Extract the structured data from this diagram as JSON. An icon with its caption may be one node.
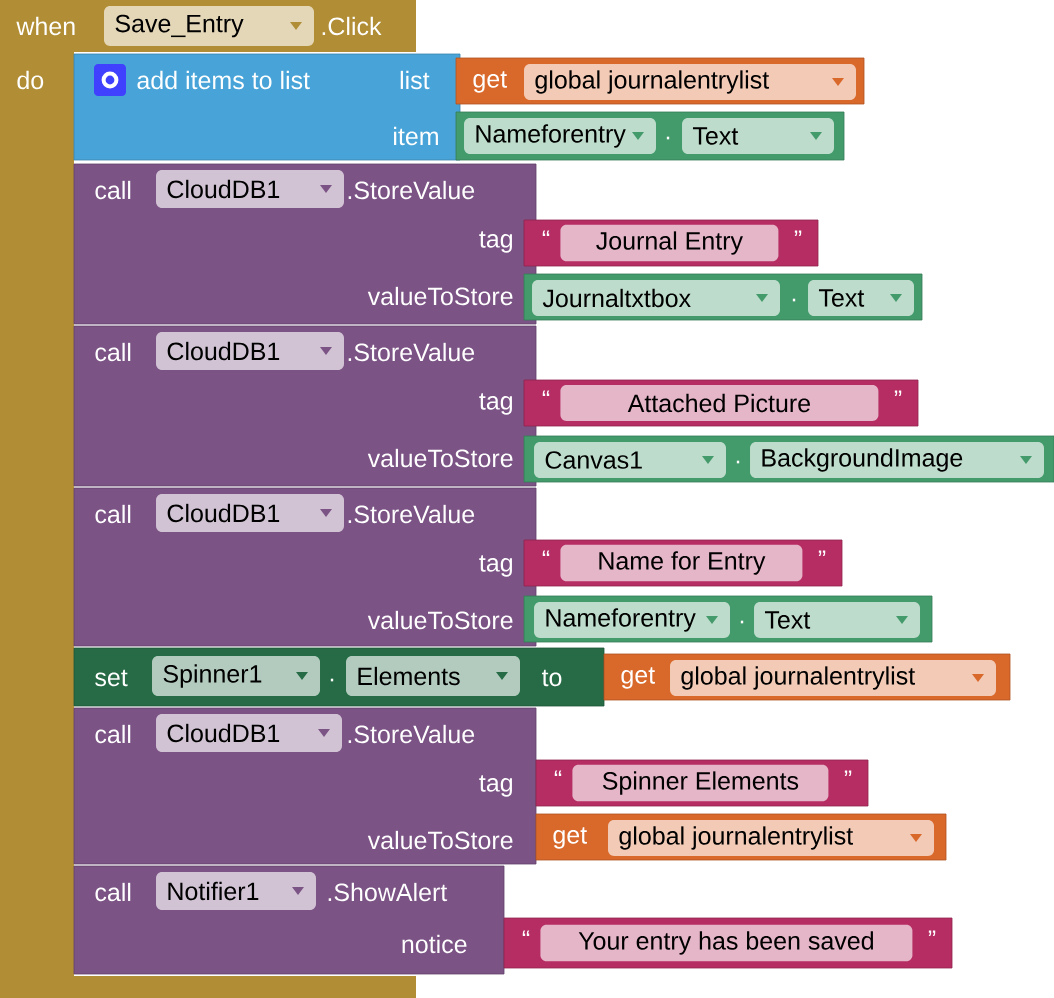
{
  "diagram": {
    "nodes": [
      {
        "text": [
          "when",
          ".Click",
          "do"
        ]
      },
      {
        "text": [
          "Save_Entry"
        ],
        "in": 0
      },
      {
        "text": [
          "add items to list",
          "list",
          "item"
        ]
      },
      {
        "text": [
          "get"
        ]
      },
      {
        "text": [
          "global journalentrylist"
        ],
        "in": 3
      },
      {
        "text": [
          "."
        ]
      },
      {
        "text": [
          "Nameforentry"
        ],
        "in": 5
      },
      {
        "text": [
          "Text"
        ],
        "in": 5
      },
      {
        "text": [
          "call",
          ".StoreValue",
          "tag",
          "valueToStore"
        ]
      },
      {
        "text": [
          "CloudDB1"
        ],
        "in": 8
      },
      {
        "text": [
          "“",
          "Journal Entry",
          "”"
        ]
      },
      {
        "text": [
          "."
        ]
      },
      {
        "text": [
          "Journaltxtbox"
        ],
        "in": 11
      },
      {
        "text": [
          "Text"
        ],
        "in": 11
      },
      {
        "text": [
          "call",
          ".StoreValue",
          "tag",
          "valueToStore"
        ]
      },
      {
        "text": [
          "CloudDB1"
        ],
        "in": 14
      },
      {
        "text": [
          "“",
          "Attached Picture",
          "”"
        ]
      },
      {
        "text": [
          "."
        ]
      },
      {
        "text": [
          "Canvas1"
        ],
        "in": 17
      },
      {
        "text": [
          "BackgroundImage"
        ],
        "in": 17
      },
      {
        "text": [
          "call",
          ".StoreValue",
          "tag",
          "valueToStore"
        ]
      },
      {
        "text": [
          "CloudDB1"
        ],
        "in": 20
      },
      {
        "text": [
          "“",
          "Name for Entry",
          "”"
        ]
      },
      {
        "text": [
          "."
        ]
      },
      {
        "text": [
          "Nameforentry"
        ],
        "in": 23
      },
      {
        "text": [
          "Text"
        ],
        "in": 23
      },
      {
        "text": [
          "set",
          ".",
          "to"
        ]
      },
      {
        "text": [
          "Spinner1"
        ],
        "in": 26
      },
      {
        "text": [
          "Elements"
        ],
        "in": 26
      },
      {
        "text": [
          "get"
        ]
      },
      {
        "text": [
          "global journalentrylist"
        ],
        "in": 29
      },
      {
        "text": [
          "call",
          ".StoreValue",
          "tag",
          "valueToStore"
        ]
      },
      {
        "text": [
          "CloudDB1"
        ],
        "in": 31
      },
      {
        "text": [
          "“",
          "Spinner Elements",
          "”"
        ]
      },
      {
        "text": [
          "get"
        ]
      },
      {
        "text": [
          "global journalentrylist"
        ],
        "in": 34
      },
      {
        "text": [
          "call",
          ".ShowAlert",
          "notice"
        ]
      },
      {
        "text": [
          "Notifier1"
        ],
        "in": 36
      },
      {
        "text": [
          "“",
          "Your entry has been saved",
          "”"
        ]
      }
    ]
  }
}
